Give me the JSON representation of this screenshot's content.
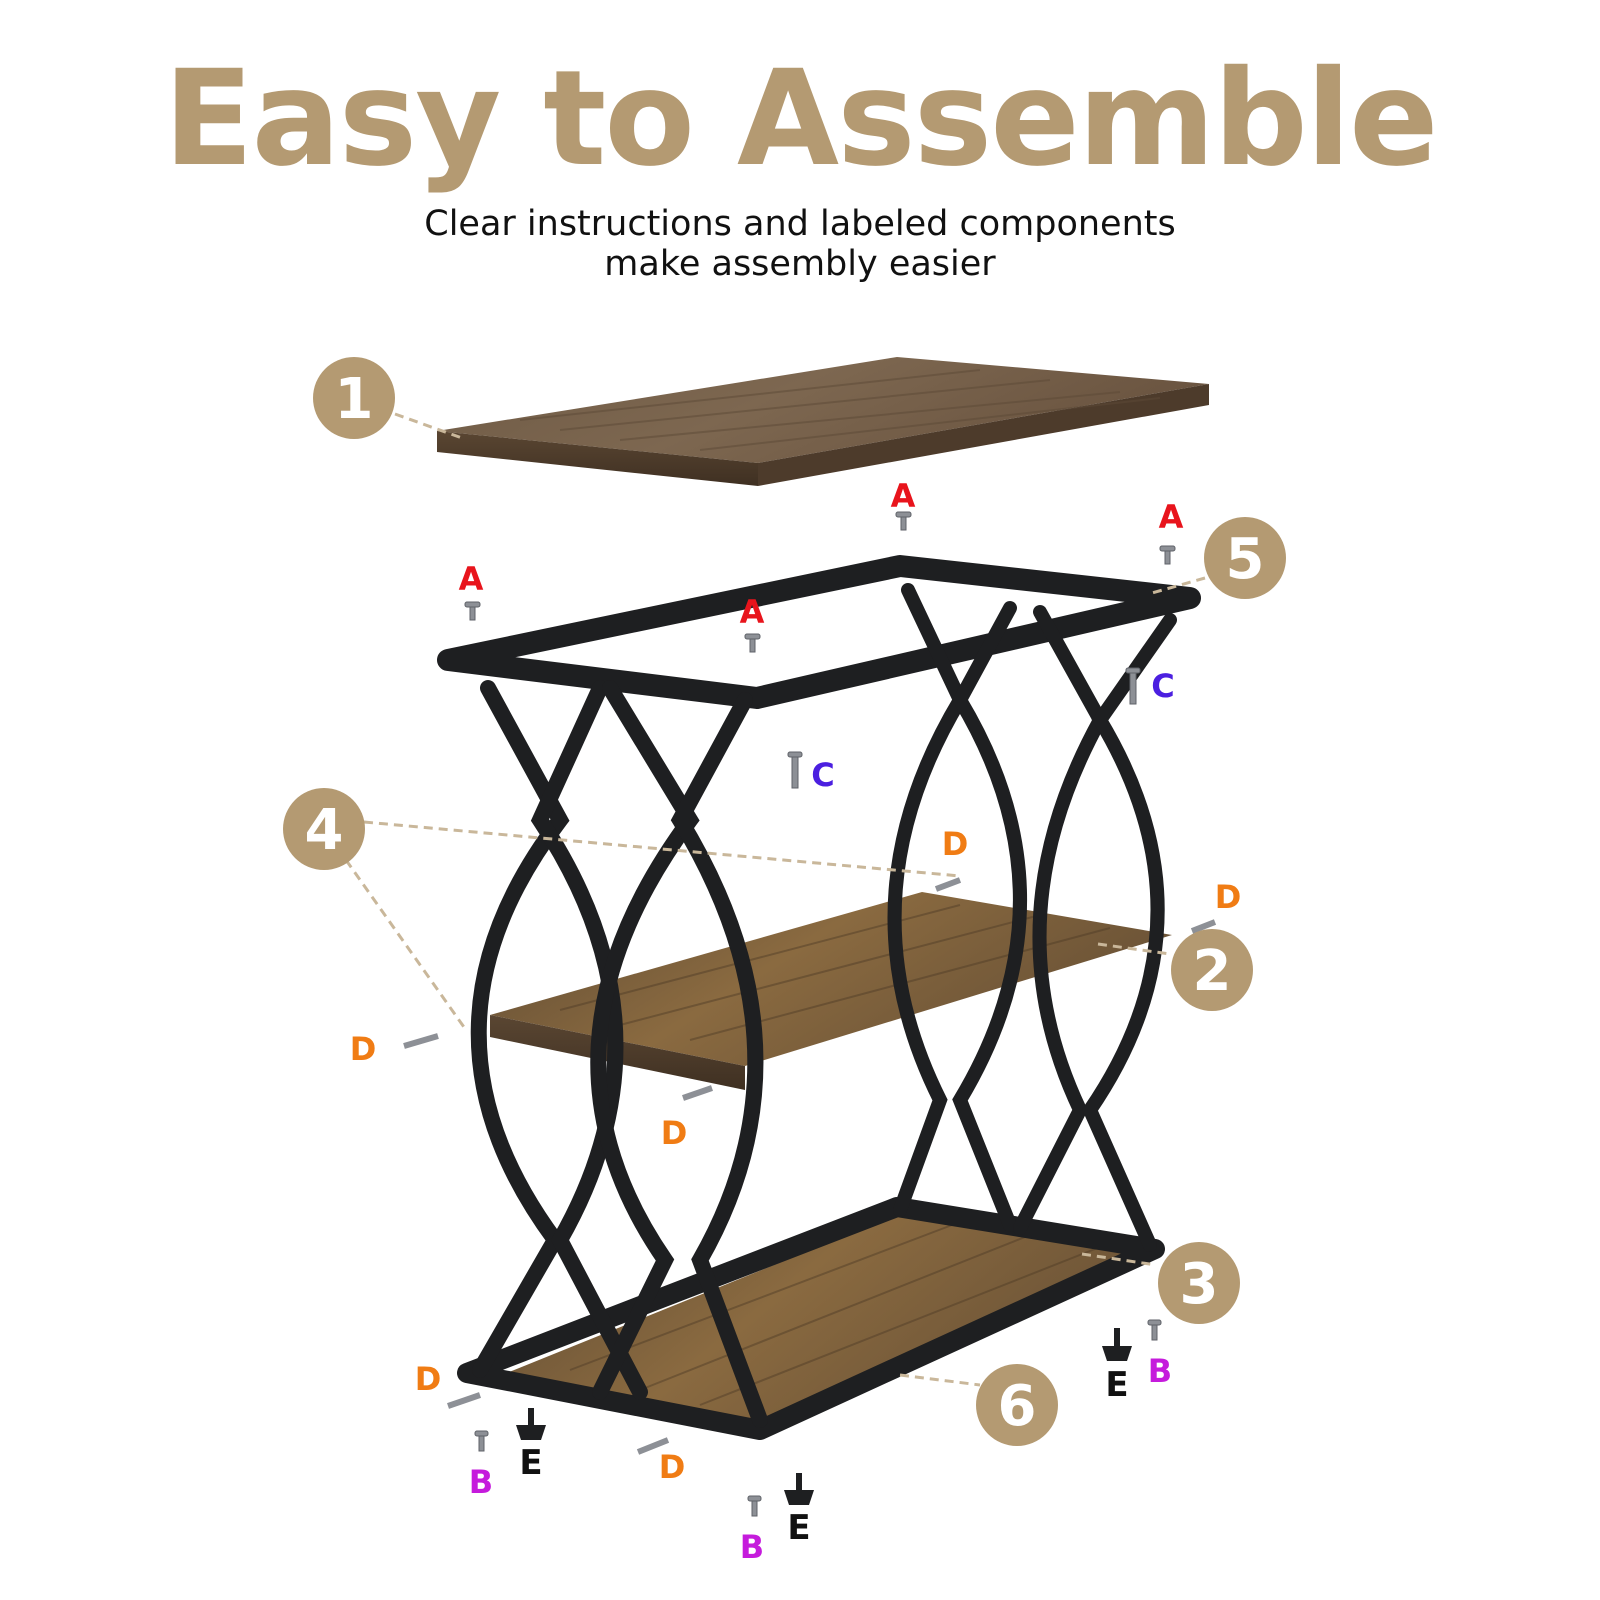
{
  "header": {
    "title": "Easy to Assemble",
    "subtitle_line1": "Clear instructions and labeled components",
    "subtitle_line2": "make assembly easier"
  },
  "part_numbers": [
    "1",
    "2",
    "3",
    "4",
    "5",
    "6"
  ],
  "hardware_labels": {
    "A": "A",
    "B": "B",
    "C": "C",
    "D": "D",
    "E": "E"
  },
  "colors": {
    "accent": "#b49a72",
    "badge": "#b49a72",
    "frame": "#1e1f21",
    "wood": "#7a5f3f",
    "label_A": "#e8141c",
    "label_B": "#c51bdc",
    "label_C": "#4b1fe0",
    "label_D": "#f07c14",
    "label_E": "#111111"
  }
}
